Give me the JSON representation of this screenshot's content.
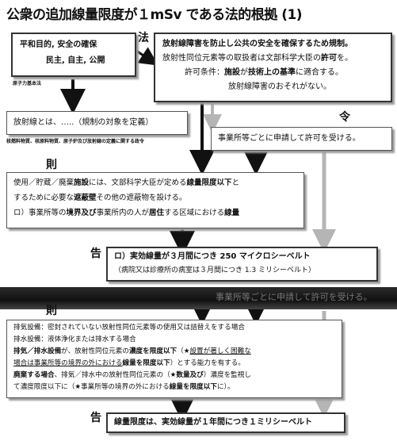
{
  "title": "公衆の追加線量限度が１mSv である法的根拠 (1)",
  "labels": {
    "ho": "法",
    "rei": "令",
    "soku1": "則",
    "koku1": "告",
    "soku2": "則",
    "koku2": "告"
  },
  "purpose_box": {
    "line1": "平和目的, 安全の確保",
    "line2": "民主, 自主, 公開"
  },
  "atomic_basic_law": "原子力基本法",
  "law_box": {
    "line1": "放射線障害を防止し公共の安全を確保するため規制。",
    "line2a": "放射性同位元素等の取扱者は文部科学大臣の",
    "line2b": "許可",
    "line2c": "を。",
    "line3a": "許可条件：",
    "line3b": "施設",
    "line3c": "が",
    "line3d": "技術上の基準",
    "line3e": "に適合する。",
    "line4": "放射線障害のおそれがない。"
  },
  "definition_box": {
    "text": "放射線とは、…..（規制の対象を定義）"
  },
  "definition_note": "核燃料物質、核原料物質、原子炉及び放射線の定義に関する政令",
  "order_box": {
    "text": "事業所等ごとに申請して許可を受ける。"
  },
  "rule1_box": {
    "line1a": "使用／貯蔵／廃棄",
    "line1b": "施設",
    "line1c": "には、文部科学大臣が定める",
    "line1d": "線量限度以下",
    "line1e": "と",
    "line2a": "するために必要な",
    "line2b": "遮蔽壁",
    "line2c": "その他の遮蔽物を設ける。",
    "line3a": "ロ）事業所等の",
    "line3b": "境界及び",
    "line3c": "事業所内の人が",
    "line3d": "居住",
    "line3e": "する区域における",
    "line3f": "線量"
  },
  "notice1_box": {
    "line1": "ロ）実効線量が３月間につき 250 マイクロシーベルト",
    "line2": "（病院又は診療所の病室は３月間につき 1.3 ミリシーベルト）"
  },
  "ghost_text": "事業所等ごとに申請して許可を受ける。",
  "rule2_box": {
    "line1": "排気設備：密封されていない放射性同位元素等の使用又は詰替えをする場合",
    "line2": "排水設備：液体浄化または排水する場合",
    "line3a": "排気／排水設備",
    "line3b": "が、放射性同位元素の",
    "line3c": "濃度を限度以下",
    "line3d": "（★",
    "line3e": "設置が著しく困難な",
    "line4a": "場合は事業所等の境界の外における",
    "line4b": "線量を限度以下",
    "line4c": "）とする能力を有する。",
    "line5a": "廃棄する場合",
    "line5b": "、排気／排水中の放射性同位元素の（★",
    "line5c": "数量及び",
    "line5d": "）濃度を監視し",
    "line6": "て濃度限度以下に（★事業所等の境界の外における",
    "line6b": "線量を限度以下",
    "line6c": "に）。"
  },
  "notice2_box": {
    "text": "線量限度は、実効線量が１年間につき１ミリシーベルト"
  },
  "colors": {
    "black_arrow": "#111111",
    "grey_arrow": "#b5b5b5",
    "dark_bar": "#1a1a1a"
  }
}
